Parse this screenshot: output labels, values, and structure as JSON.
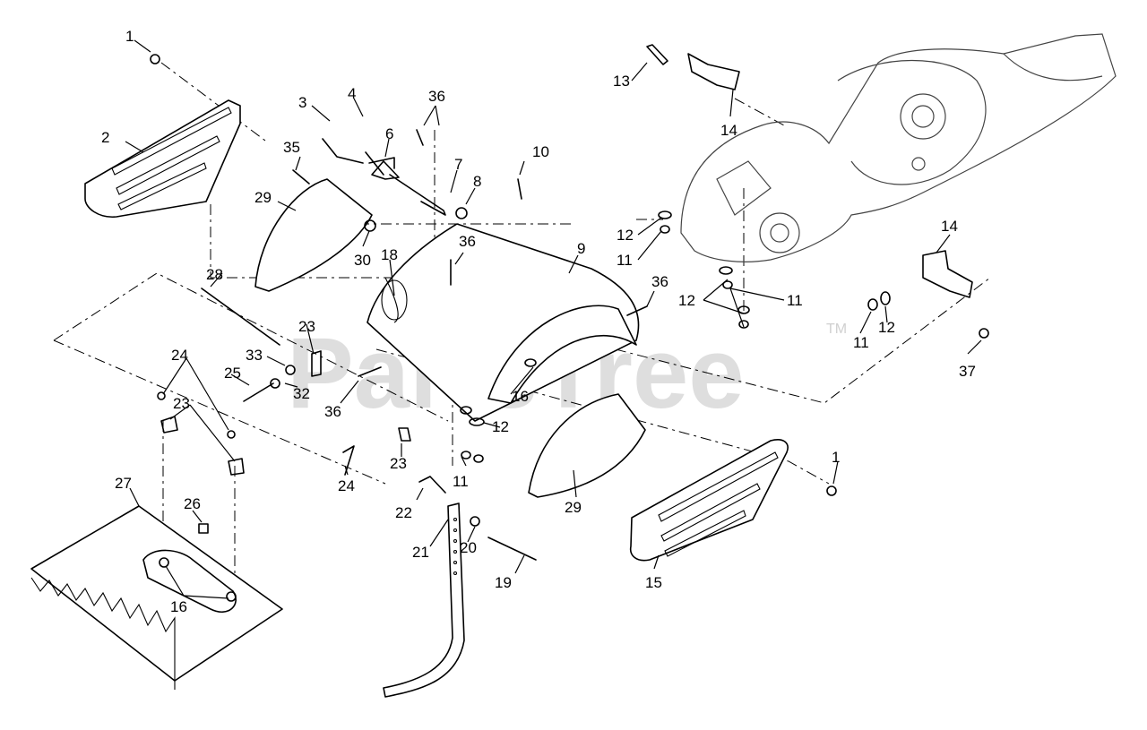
{
  "watermark": {
    "text": "PartsTree",
    "trademark": "TM"
  },
  "callouts": {
    "c1a": "1",
    "c1b": "1",
    "c2": "2",
    "c3": "3",
    "c4": "4",
    "c6": "6",
    "c7": "7",
    "c8": "8",
    "c9": "9",
    "c10": "10",
    "c11a": "11",
    "c11b": "11",
    "c11c": "11",
    "c11d": "11",
    "c12a": "12",
    "c12b": "12",
    "c12c": "12",
    "c12d": "12",
    "c13": "13",
    "c14a": "14",
    "c14b": "14",
    "c15": "15",
    "c16a": "16",
    "c16b": "16",
    "c18": "18",
    "c19": "19",
    "c20": "20",
    "c21": "21",
    "c22": "22",
    "c23a": "23",
    "c23b": "23",
    "c23c": "23",
    "c24a": "24",
    "c24b": "24",
    "c25": "25",
    "c26": "26",
    "c27": "27",
    "c28": "28",
    "c29a": "29",
    "c29b": "29",
    "c30": "30",
    "c32": "32",
    "c33": "33",
    "c35": "35",
    "c36a": "36",
    "c36b": "36",
    "c36c": "36",
    "c36d": "36",
    "c37": "37"
  }
}
